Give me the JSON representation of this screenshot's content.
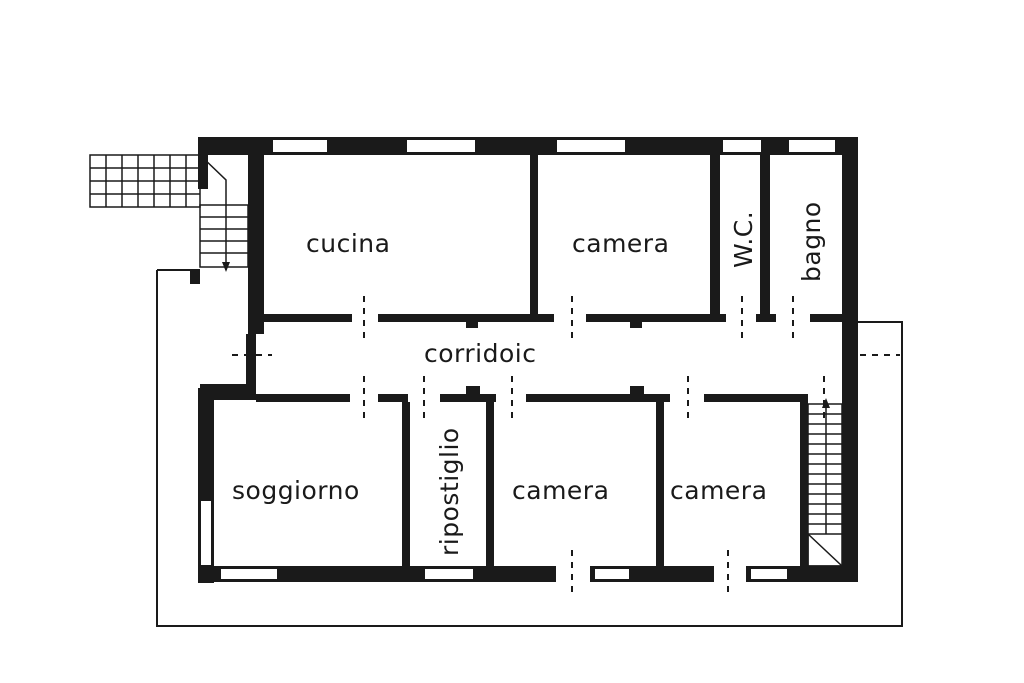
{
  "rooms": {
    "cucina": "cucina",
    "camera_top": "camera",
    "wc": "W.C.",
    "bagno": "bagno",
    "corridoio": "corridoic",
    "soggiorno": "soggiorno",
    "ripostiglio": "ripostiglio",
    "camera_mid": "camera",
    "camera_right": "camera"
  },
  "colors": {
    "ink": "#1a1a1a",
    "paper": "#ffffff"
  }
}
